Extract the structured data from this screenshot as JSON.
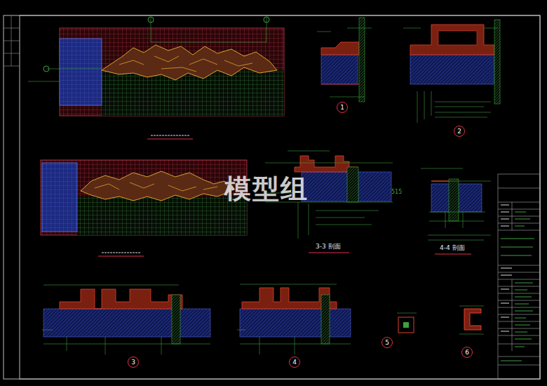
{
  "diagram": {
    "nodes": [
      {
        "text": [
          "1"
        ]
      },
      {
        "text": [
          "2"
        ]
      },
      {
        "text": [
          "3"
        ]
      },
      {
        "text": [
          "4"
        ]
      },
      {
        "text": [
          "5"
        ]
      },
      {
        "text": [
          "6"
        ]
      }
    ],
    "labels": [
      "模型组",
      "3-3 剖面",
      "4-4 剖面",
      "515"
    ]
  }
}
